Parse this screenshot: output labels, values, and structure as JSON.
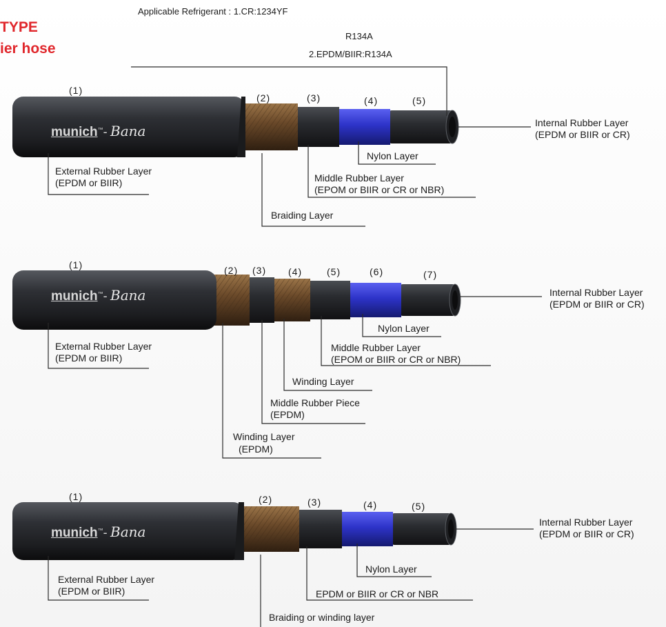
{
  "header": {
    "title_line1": "TYPE",
    "title_line2": "ier hose",
    "refrigerant_label": "Applicable Refrigerant : 1.CR:1234YF",
    "refrigerant_r134a": "R134A",
    "refrigerant_epdm": "2.EPDM/BIIR:R134A"
  },
  "brand": {
    "name": "munich",
    "tm": "™",
    "dash": "-",
    "script": "Bana"
  },
  "hose1": {
    "numbers": [
      "(1)",
      "(2)",
      "(3)",
      "(4)",
      "(5)"
    ],
    "internal_line1": "Internal Rubber Layer",
    "internal_line2": "(EPDM or BIIR or CR)",
    "external_line1": "External Rubber Layer",
    "external_line2": "(EPDM or BIIR)",
    "nylon": "Nylon Layer",
    "middle_line1": "Middle Rubber Layer",
    "middle_line2": "(EPOM or BIIR or CR or NBR)",
    "braiding": "Braiding Layer"
  },
  "hose2": {
    "numbers": [
      "(1)",
      "(2)",
      "(3)",
      "(4)",
      "(5)",
      "(6)",
      "(7)"
    ],
    "internal_line1": "Internal Rubber Layer",
    "internal_line2": "(EPDM or BIIR or CR)",
    "external_line1": "External Rubber Layer",
    "external_line2": "(EPDM or BIIR)",
    "nylon": "Nylon Layer",
    "middle_line1": "Middle Rubber Layer",
    "middle_line2": "(EPOM or BIIR or CR or NBR)",
    "winding": "Winding Layer",
    "piece_line1": "Middle Rubber Piece",
    "piece_line2": "(EPDM)",
    "winding2_line1": "Winding Layer",
    "winding2_line2": "(EPDM)"
  },
  "hose3": {
    "numbers": [
      "(1)",
      "(2)",
      "(3)",
      "(4)",
      "(5)"
    ],
    "internal_line1": "Internal Rubber Layer",
    "internal_line2": "(EPDM or BIIR or CR)",
    "external_line1": "External Rubber Layer",
    "external_line2": "(EPDM or BIIR)",
    "nylon": "Nylon Layer",
    "middle": "EPDM or BIIR or CR or NBR",
    "braiding": "Braiding or winding layer"
  },
  "colors": {
    "title": "#e0262b",
    "rubber": "#2a2c30",
    "braid": "#6b4a2a",
    "nylon": "#2d33c8",
    "line": "#2a2a2a"
  }
}
